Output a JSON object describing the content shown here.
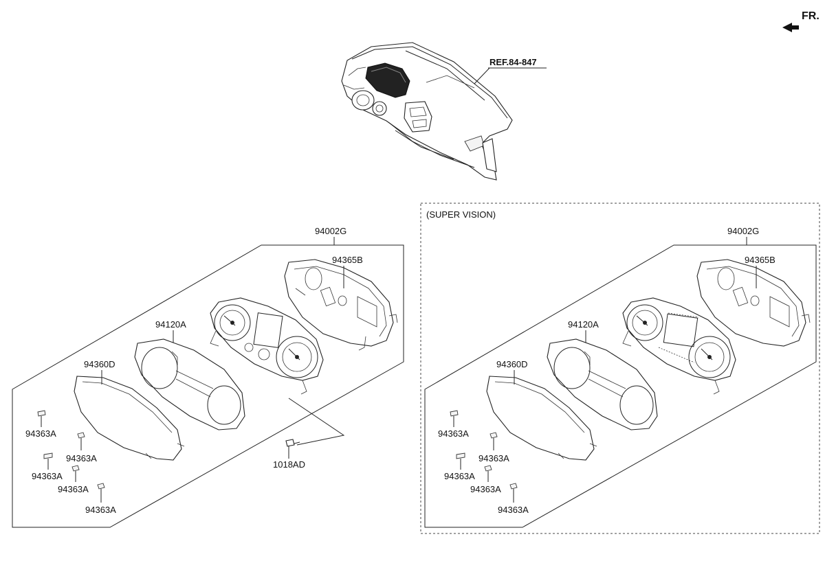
{
  "orientation": {
    "label": "FR."
  },
  "reference": {
    "label": "REF.84-847"
  },
  "variant": {
    "label": "(SUPER VISION)"
  },
  "left_group": {
    "assembly": "94002G",
    "housing": "94365B",
    "gauge": "94120A",
    "lens": "94360D",
    "screw": "1018AD",
    "clips": [
      "94363A",
      "94363A",
      "94363A",
      "94363A",
      "94363A"
    ]
  },
  "right_group": {
    "assembly": "94002G",
    "housing": "94365B",
    "gauge": "94120A",
    "lens": "94360D",
    "clips": [
      "94363A",
      "94363A",
      "94363A",
      "94363A",
      "94363A"
    ]
  }
}
